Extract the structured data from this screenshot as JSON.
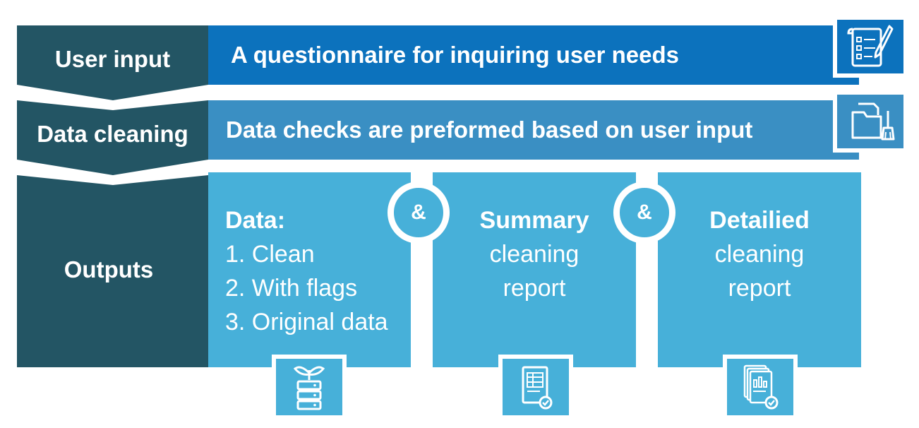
{
  "steps": [
    {
      "label": "User input",
      "description": "A questionnaire for inquiring user needs",
      "icon": "questionnaire-icon"
    },
    {
      "label": "Data cleaning",
      "description": "Data checks are preformed based on user input",
      "icon": "folder-broom-icon"
    },
    {
      "label": "Outputs",
      "icon": ""
    }
  ],
  "outputs": [
    {
      "title": "Data:",
      "lines": [
        "1. Clean",
        "2. With flags",
        "3. Original data"
      ],
      "icon": "database-sprout-icon"
    },
    {
      "title": "Summary",
      "lines": [
        "cleaning",
        "report"
      ],
      "icon": "report-table-check-icon"
    },
    {
      "title": "Detailied",
      "lines": [
        "cleaning",
        "report"
      ],
      "icon": "report-chart-stack-icon"
    }
  ],
  "connector": "&",
  "colors": {
    "label_dark": "#235564",
    "bar_blue": "#0c72bd",
    "bar_mid": "#3a8fc3",
    "output_light": "#47b0d9"
  }
}
